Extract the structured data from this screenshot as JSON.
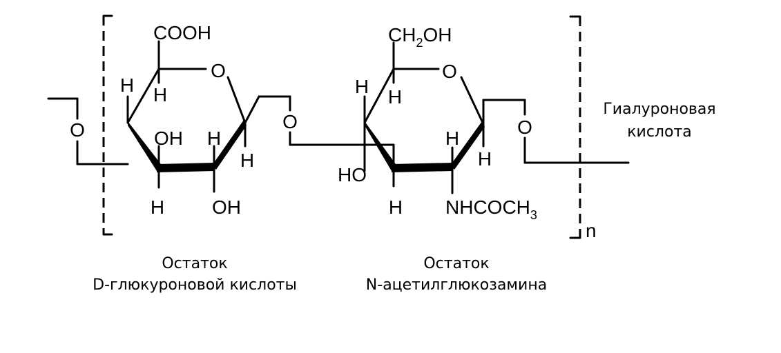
{
  "title": {
    "line1": "Гиалуроновая",
    "line2": "кислота"
  },
  "repeat_subscript": "n",
  "residue_left": {
    "caption_line1": "Остаток",
    "caption_line2": "D-глюкуроновой кислоты",
    "labels": {
      "cooh": "COOH",
      "ring_o": "O",
      "h_c5_up": "H",
      "h_c5_in": "H",
      "oh_c3": "OH",
      "h_c2_up": "H",
      "h_c1": "H",
      "h_c3_down": "H",
      "oh_c2_down": "OH"
    }
  },
  "glycosidic_o_left": "O",
  "glycosidic_o_right": "O",
  "chain_o_left": "O",
  "residue_right": {
    "caption_line1": "Остаток",
    "caption_line2": "N-ацетилглюкозамина",
    "labels": {
      "ch2oh_a": "CH",
      "ch2oh_sub": "2",
      "ch2oh_b": "OH",
      "ring_o": "O",
      "h_c5_up": "H",
      "h_c5_in": "H",
      "ho_c3": "HO",
      "h_c3_down": "H",
      "h_c2_up": "H",
      "h_c1": "H",
      "nhcoch_a": "NHCOCH",
      "nhcoch_sub": "3"
    }
  }
}
